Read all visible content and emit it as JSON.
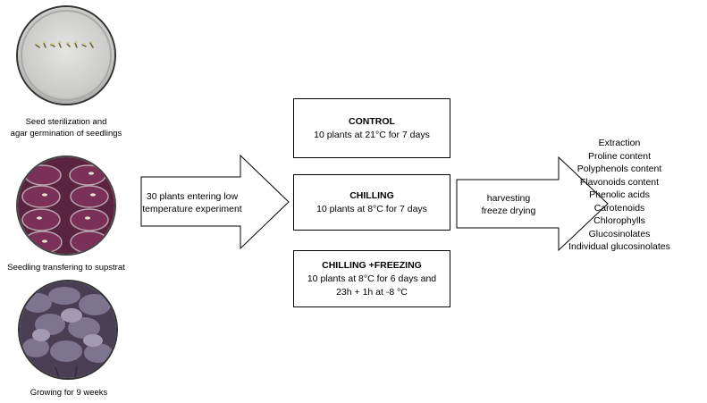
{
  "stages": [
    {
      "caption": [
        "Seed sterilization and",
        "agar germination of seedlings"
      ]
    },
    {
      "caption": [
        "Seedling transfering to supstrat"
      ]
    },
    {
      "caption": [
        "Growing for 9 weeks"
      ]
    }
  ],
  "arrow1": {
    "lines": [
      "30 plants entering low",
      "temperature experiment"
    ]
  },
  "treatments": [
    {
      "title": "CONTROL",
      "detail": "10 plants at 21°C for 7 days"
    },
    {
      "title": "CHILLING",
      "detail": "10 plants at 8°C for 7 days"
    },
    {
      "title": "CHILLING +FREEZING",
      "detail": "10 plants at 8°C for 6 days and\n23h + 1h at -8 °C"
    }
  ],
  "arrow2": {
    "lines": [
      "harvesting",
      "freeze drying"
    ]
  },
  "analyses": [
    "Extraction",
    "Proline content",
    "Polyphenols content",
    "Flavonoids content",
    "Phenolic acids",
    "Carotenoids",
    "Chlorophylls",
    "Glucosinolates",
    "Individual glucosinolates"
  ]
}
